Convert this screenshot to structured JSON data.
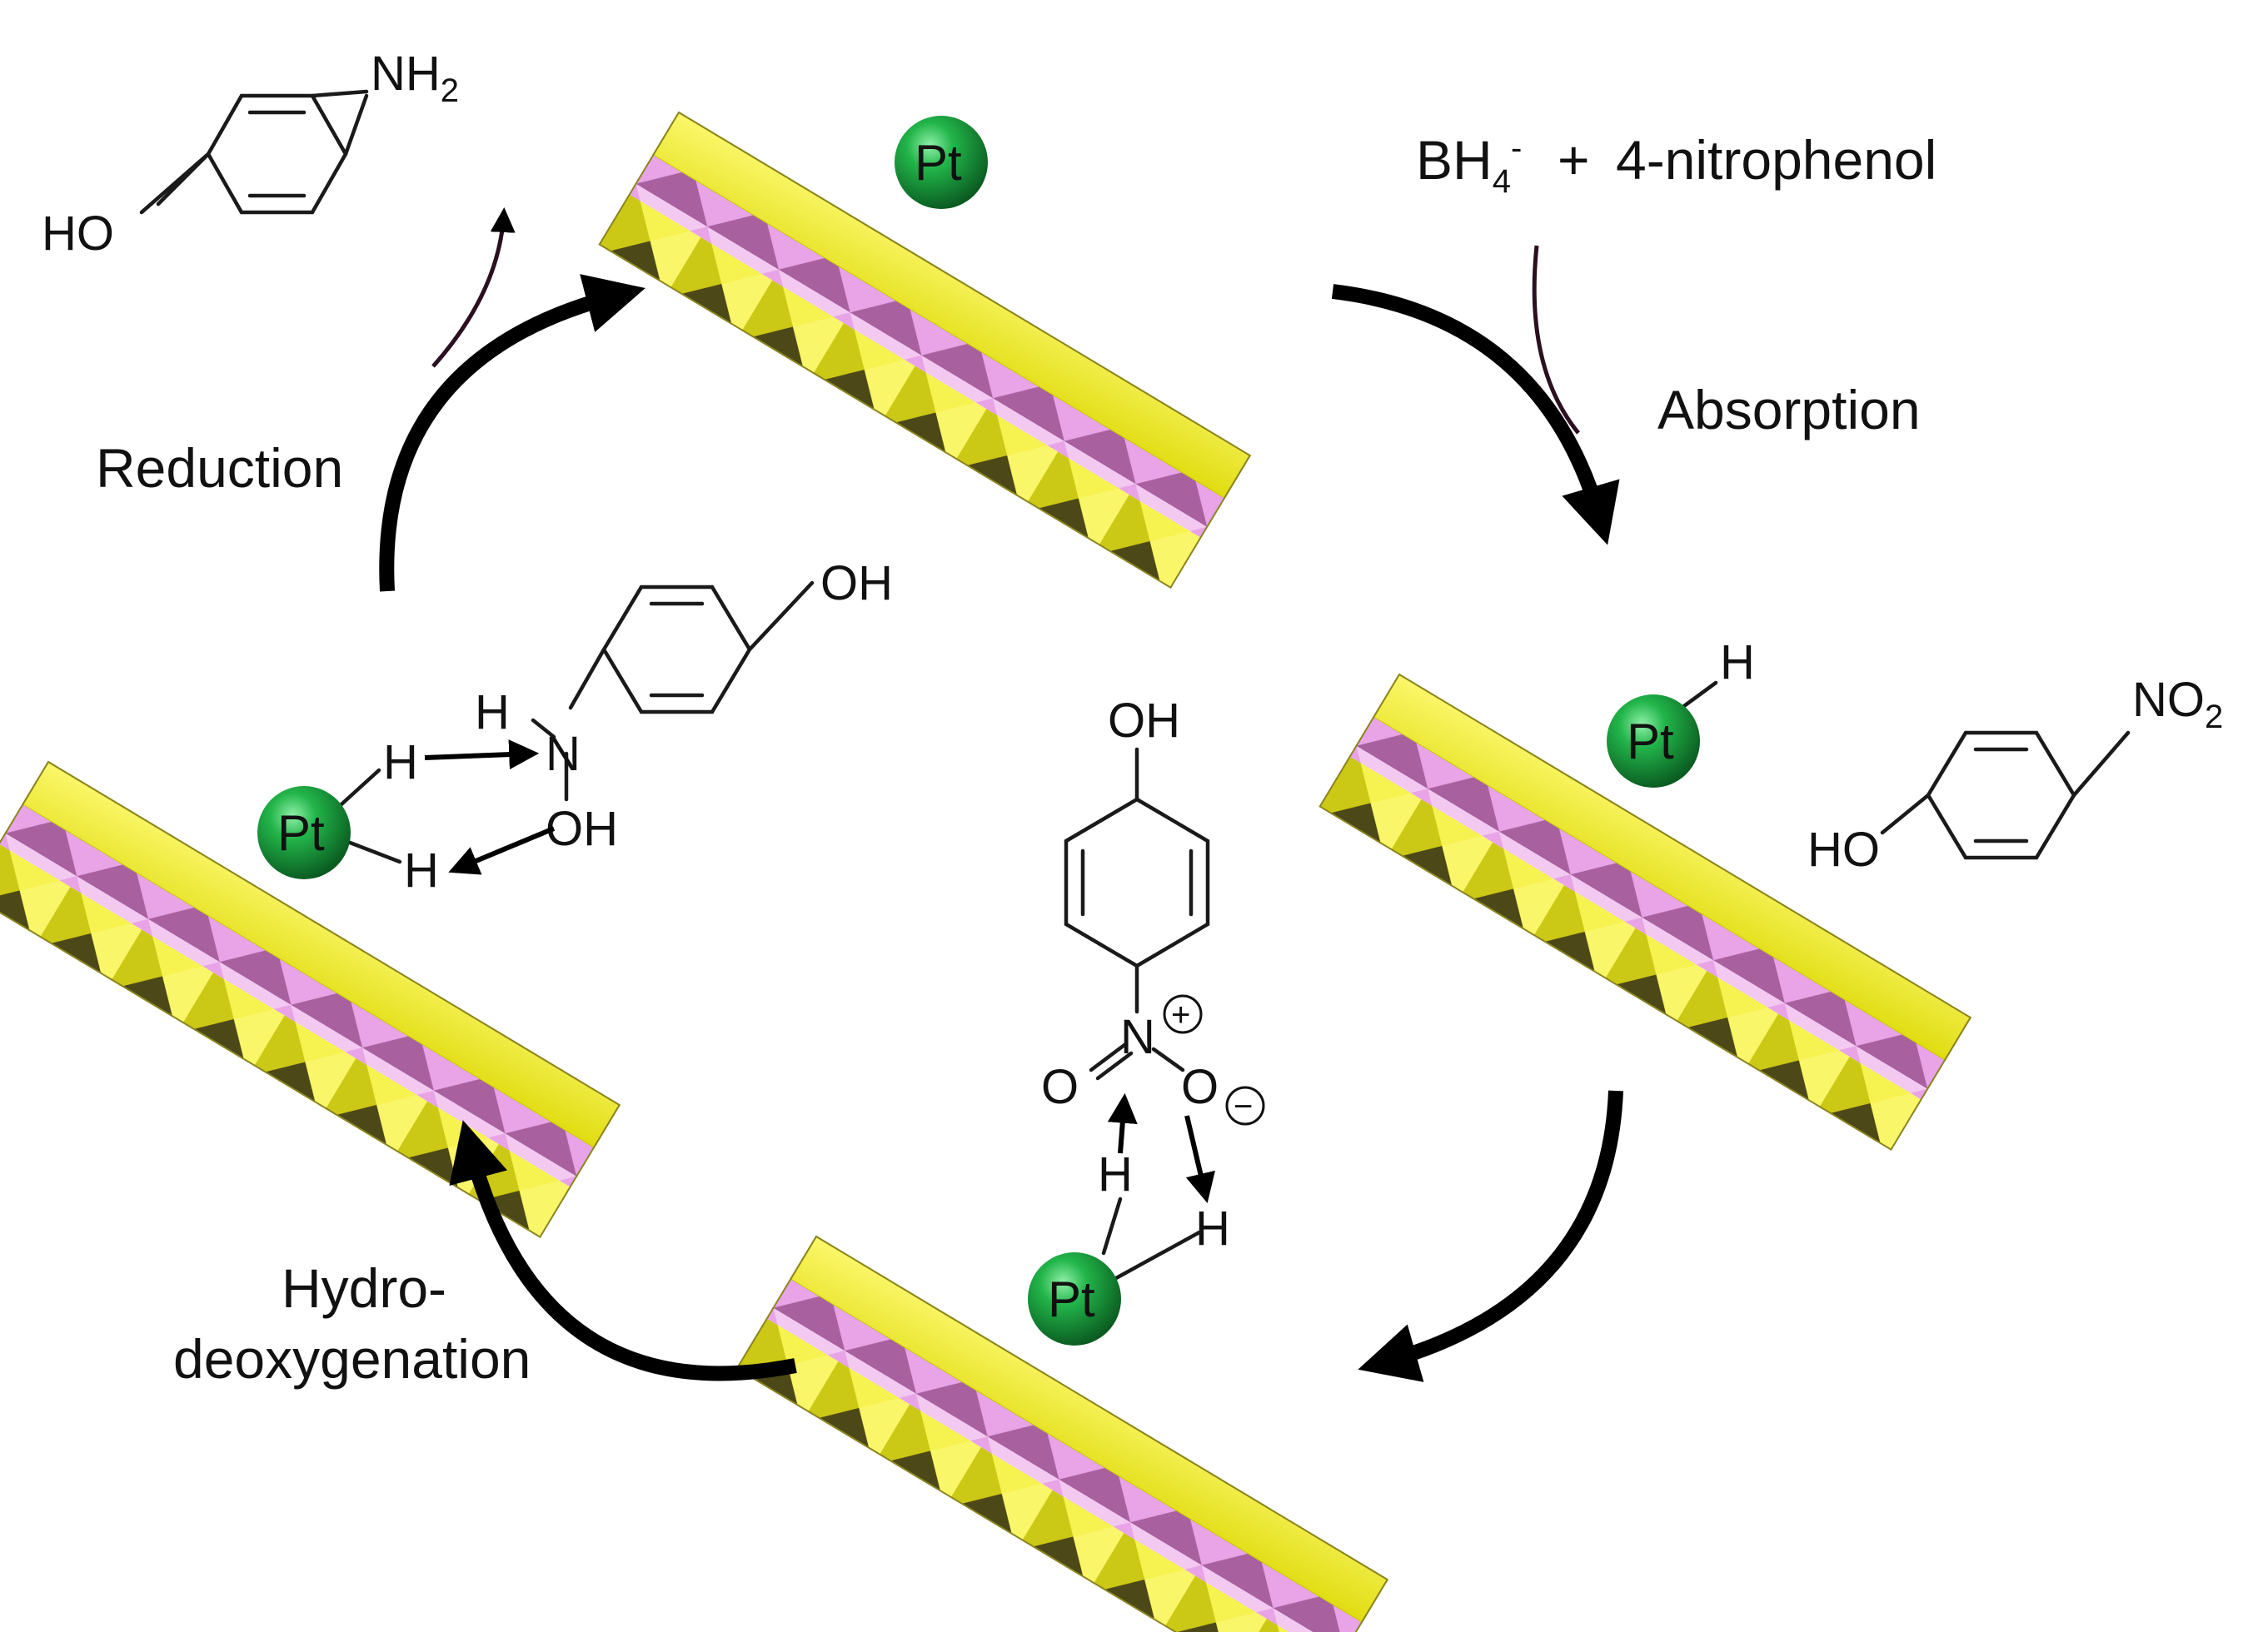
{
  "colors": {
    "background": "#ffffff",
    "slab_yellow": "#f2ee1a",
    "slab_yellow_dark": "#5a5520",
    "slab_pink": "#e39be0",
    "platinum_green": "#16a83c",
    "arrow": "#000000"
  },
  "steps": {
    "absorption": "Absorption",
    "reduction": "Reduction",
    "hydro_line1": "Hydro-",
    "hydro_line2": "deoxygenation"
  },
  "reagents": {
    "bh4": "BH",
    "bh4_sub": "4",
    "bh4_sup": "-",
    "plus": "+",
    "nitrophenol": "4-nitrophenol"
  },
  "platinum": {
    "label": "Pt"
  },
  "atoms": {
    "H": "H",
    "N": "N",
    "O": "O",
    "OH": "OH",
    "HO": "HO",
    "NH": "NH",
    "NO": "NO",
    "sub2": "2",
    "plus_charge": "+",
    "minus_charge": "−"
  }
}
